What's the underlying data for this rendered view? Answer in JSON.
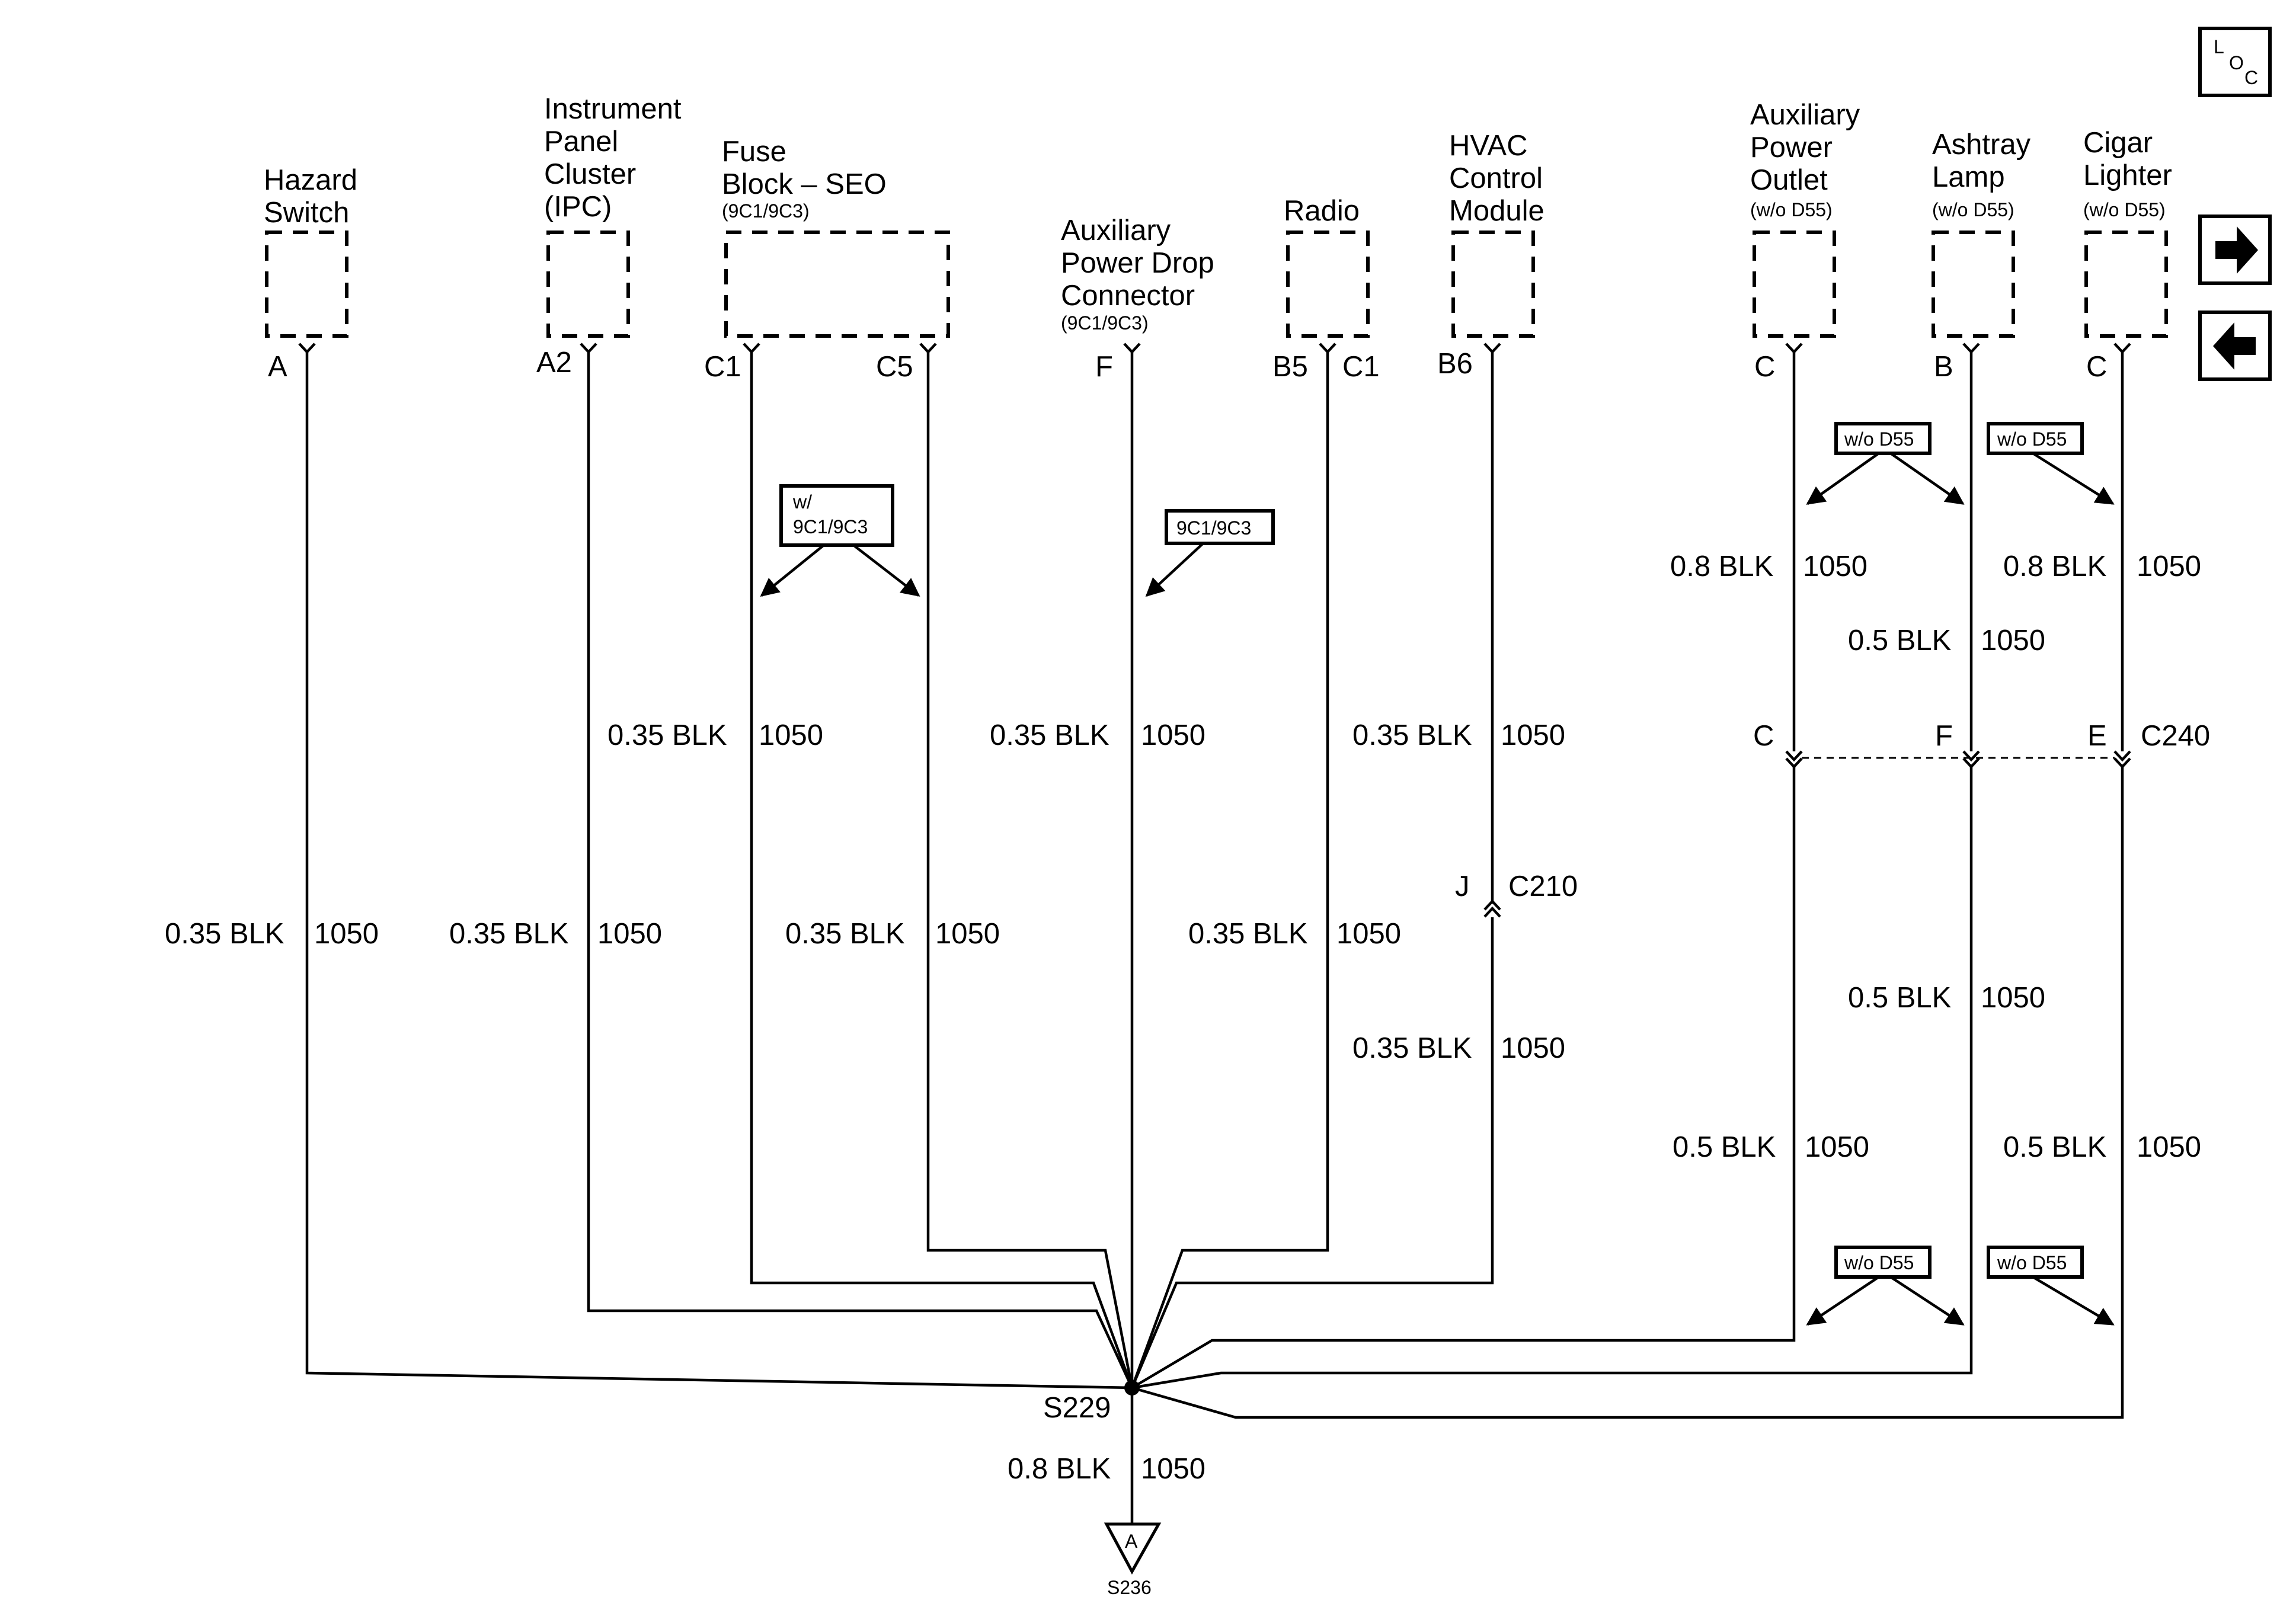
{
  "components": {
    "hazard": {
      "line1": "Hazard",
      "line2": "Switch"
    },
    "ipc": {
      "line1": "Instrument",
      "line2": "Panel",
      "line3": "Cluster",
      "line4": "(IPC)"
    },
    "fuse": {
      "line1": "Fuse",
      "line2": "Block – SEO",
      "sub": "(9C1/9C3)"
    },
    "apdc": {
      "line1": "Auxiliary",
      "line2": "Power Drop",
      "line3": "Connector",
      "sub": "(9C1/9C3)"
    },
    "radio": {
      "line1": "Radio"
    },
    "hvac": {
      "line1": "HVAC",
      "line2": "Control",
      "line3": "Module"
    },
    "apo": {
      "line1": "Auxiliary",
      "line2": "Power",
      "line3": "Outlet",
      "sub": "(w/o D55)"
    },
    "ashtray": {
      "line1": "Ashtray",
      "line2": "Lamp",
      "sub": "(w/o D55)"
    },
    "cigar": {
      "line1": "Cigar",
      "line2": "Lighter",
      "sub": "(w/o D55)"
    }
  },
  "pins": {
    "hazard": "A",
    "ipc": "A2",
    "fuse_c1": "C1",
    "fuse_c5": "C5",
    "apdc": "F",
    "radio_b5": "B5",
    "radio_c1": "C1",
    "hvac": "B6",
    "apo": "C",
    "ashtray": "B",
    "cigar": "C"
  },
  "connectors": {
    "c240": {
      "name": "C240",
      "pin_apo": "C",
      "pin_ashtray": "F",
      "pin_cigar": "E"
    },
    "c210": {
      "name": "C210",
      "pin": "J"
    }
  },
  "wires": {
    "blk035": "0.35 BLK",
    "blk05": "0.5 BLK",
    "blk08": "0.8 BLK",
    "circuit": "1050"
  },
  "options": {
    "w_9c1": "w/",
    "w_9c1_2": "9C1/9C3",
    "opt_9c1": "9C1/9C3",
    "wo_d55": "w/o D55"
  },
  "splice": {
    "name": "S229"
  },
  "ground_ref": {
    "letter": "A",
    "name": "S236"
  },
  "nav": {
    "loc_l": "L",
    "loc_o": "O",
    "loc_c": "C",
    "forward_icon": "arrow-right-icon",
    "back_icon": "arrow-left-icon"
  }
}
